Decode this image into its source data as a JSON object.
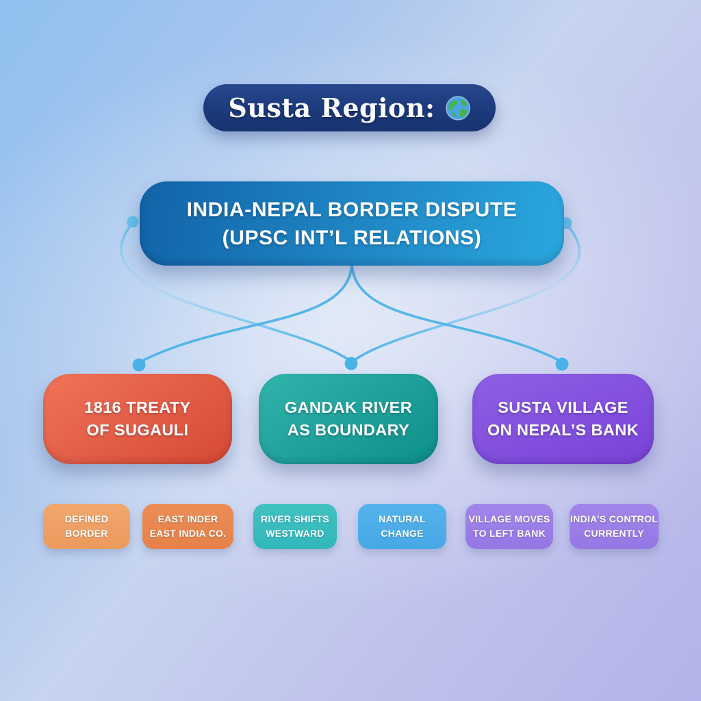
{
  "header": {
    "title": "Susta Region:",
    "icon": "globe-icon"
  },
  "root_node": {
    "line1": "INDIA-NEPAL BORDER DISPUTE",
    "line2": "(UPSC INT’L RELATIONS)",
    "color_from": "#1263a7",
    "color_to": "#2ba7de",
    "dir": "100deg"
  },
  "branches": [
    {
      "line1": "1816 TREATY",
      "line2": "OF SUGAULI",
      "color_from": "#ef7359",
      "color_to": "#d74935",
      "dir": "145deg"
    },
    {
      "line1": "GANDAK RIVER",
      "line2": "AS BOUNDARY",
      "color_from": "#31b4ac",
      "color_to": "#0e8f8a",
      "dir": "145deg"
    },
    {
      "line1": "SUSTA VILLAGE",
      "line2": "ON NEPAL’S BANK",
      "color_from": "#8d60e4",
      "color_to": "#7a42d8",
      "dir": "160deg"
    }
  ],
  "leaves": [
    {
      "line1": "DEFINED",
      "line2": "BORDER",
      "color_from": "#f2a76c",
      "color_to": "#ec9a5d",
      "dir": "180deg"
    },
    {
      "line1": "EAST INDER",
      "line2": "EAST INDIA CO.",
      "color_from": "#eb8d55",
      "color_to": "#e58149",
      "dir": "180deg"
    },
    {
      "line1": "RIVER SHIFTS",
      "line2": "WESTWARD",
      "color_from": "#40c1c1",
      "color_to": "#32b7bc",
      "dir": "180deg"
    },
    {
      "line1": "NATURAL",
      "line2": "CHANGE",
      "color_from": "#55b2ea",
      "color_to": "#47a8e6",
      "dir": "180deg"
    },
    {
      "line1": "VILLAGE MOVES",
      "line2": "TO LEFT BANK",
      "color_from": "#a285ea",
      "color_to": "#9577e4",
      "dir": "180deg"
    },
    {
      "line1": "INDIA’S CONTROL",
      "line2": "CURRENTLY",
      "color_from": "#a285ea",
      "color_to": "#9577e4",
      "dir": "180deg"
    }
  ],
  "connectors": {
    "color": "#54b6e9",
    "dot_color": "#49b2e6"
  },
  "palette": {
    "background_top_left": "#8fc0ee",
    "background_bottom_right": "#b2b3e8",
    "title_pill": "#1c3a7c"
  }
}
